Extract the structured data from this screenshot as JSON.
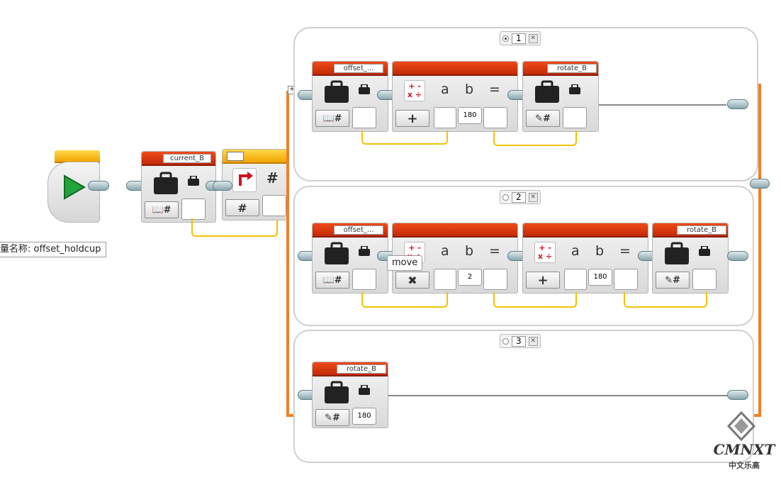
{
  "start_block": {
    "icon": "play-icon"
  },
  "variable_read": {
    "name": "current_B",
    "param_symbol": "📖#"
  },
  "switch_block": {
    "mode_symbol": "#",
    "sub_mode": "#"
  },
  "tooltip_variable": "量名称: offset_holdcup",
  "cases": [
    {
      "label": "1",
      "selected": true,
      "blocks": {
        "var1": "offset_...",
        "var1_param": "📖#",
        "math_value": "180",
        "math_op": "+",
        "var2": "rotate_B",
        "var2_param": "✎#"
      }
    },
    {
      "label": "2",
      "selected": false,
      "blocks": {
        "var1": "offset_...",
        "var1_param": "📖#",
        "math1_op": "✖",
        "math1_value": "2",
        "math2_op": "+",
        "math2_value": "180",
        "var2": "rotate_B",
        "var2_param": "✎#"
      }
    },
    {
      "label": "3",
      "selected": false,
      "blocks": {
        "var1": "rotate_B",
        "var1_param": "✎#",
        "value": "180"
      }
    }
  ],
  "math_symbols": {
    "a": "a",
    "b": "b",
    "eq": "="
  },
  "tooltip_move": "move",
  "watermark": {
    "line1": "CMNXT",
    "line2": "中文乐高"
  },
  "colors": {
    "orange_wire": "#f07f2a",
    "yellow_wire": "#f2c200",
    "red_header": "#d8360c"
  }
}
